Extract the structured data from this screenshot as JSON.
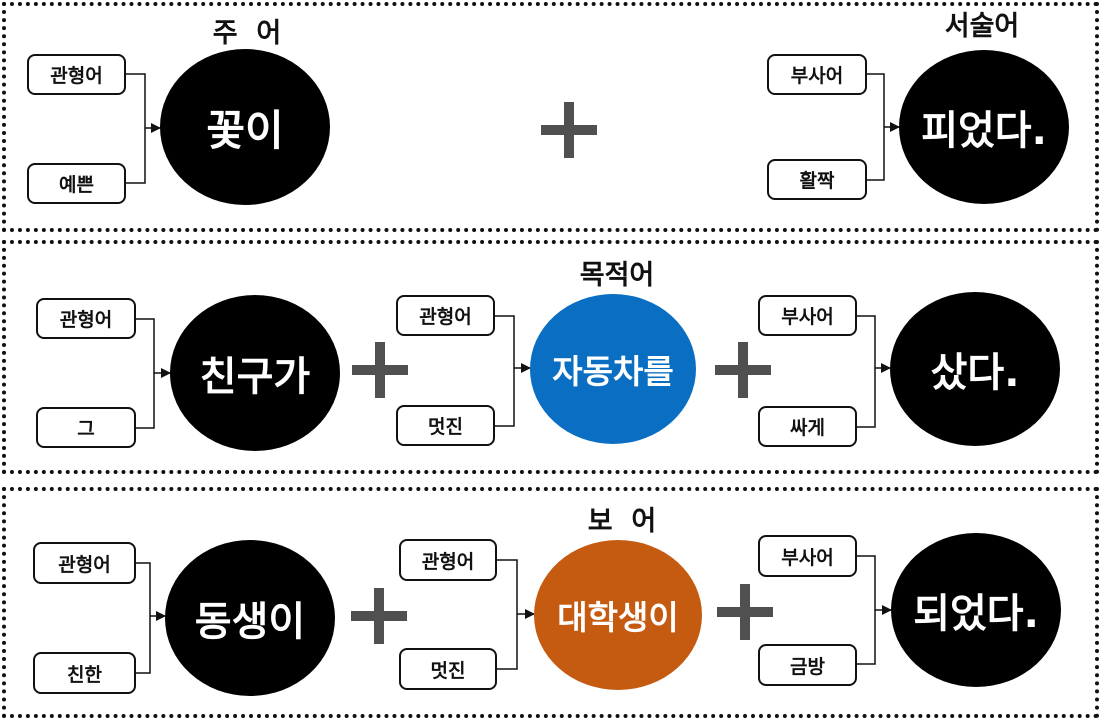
{
  "rows": [
    {
      "subject": {
        "role": "주  어",
        "word": "꽃이",
        "modifiers": [
          "관형어",
          "예쁜"
        ]
      },
      "predicate": {
        "role": "서술어",
        "word": "피었다.",
        "modifiers": [
          "부사어",
          "활짝"
        ]
      }
    },
    {
      "subject": {
        "word": "친구가",
        "modifiers": [
          "관형어",
          "그"
        ]
      },
      "object": {
        "role": "목적어",
        "word": "자동차를",
        "modifiers": [
          "관형어",
          "멋진"
        ]
      },
      "predicate": {
        "word": "샀다.",
        "modifiers": [
          "부사어",
          "싸게"
        ]
      }
    },
    {
      "subject": {
        "word": "동생이",
        "modifiers": [
          "관형어",
          "친한"
        ]
      },
      "complement": {
        "role": "보  어",
        "word": "대학생이",
        "modifiers": [
          "관형어",
          "멋진"
        ]
      },
      "predicate": {
        "word": "되었다.",
        "modifiers": [
          "부사어",
          "금방"
        ]
      }
    }
  ],
  "colors": {
    "subject_fill": "#000000",
    "predicate_fill": "#000000",
    "object_fill": "#0a6fc2",
    "complement_fill": "#c55a11",
    "plus": "#505050"
  }
}
